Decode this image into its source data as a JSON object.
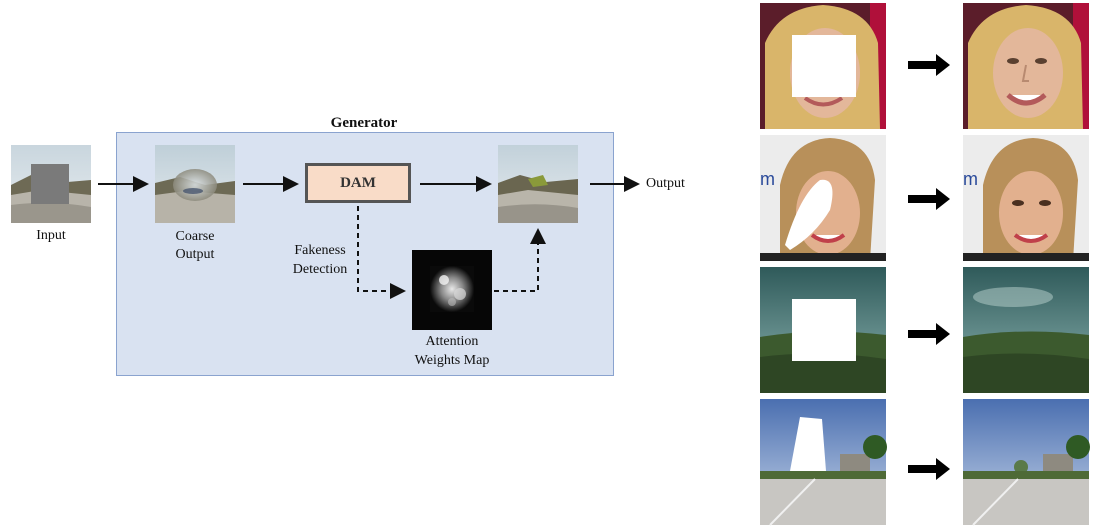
{
  "diagram": {
    "generator_title": "Generator",
    "dam_label": "DAM",
    "input_label": "Input",
    "coarse_label_line1": "Coarse",
    "coarse_label_line2": "Output",
    "fakeness_line1": "Fakeness",
    "fakeness_line2": "Detection",
    "attention_line1": "Attention",
    "attention_line2": "Weights Map",
    "output_label": "Output"
  },
  "examples": [
    {
      "name": "face-blonde",
      "mask": "square"
    },
    {
      "name": "face-woman",
      "mask": "freeform"
    },
    {
      "name": "landscape-sky",
      "mask": "square"
    },
    {
      "name": "street-scene",
      "mask": "freeform"
    }
  ],
  "colors": {
    "generator_fill": "#d9e2f1",
    "generator_border": "#8aa3cf",
    "dam_fill": "#f9dcc8",
    "arrow": "#111111"
  }
}
